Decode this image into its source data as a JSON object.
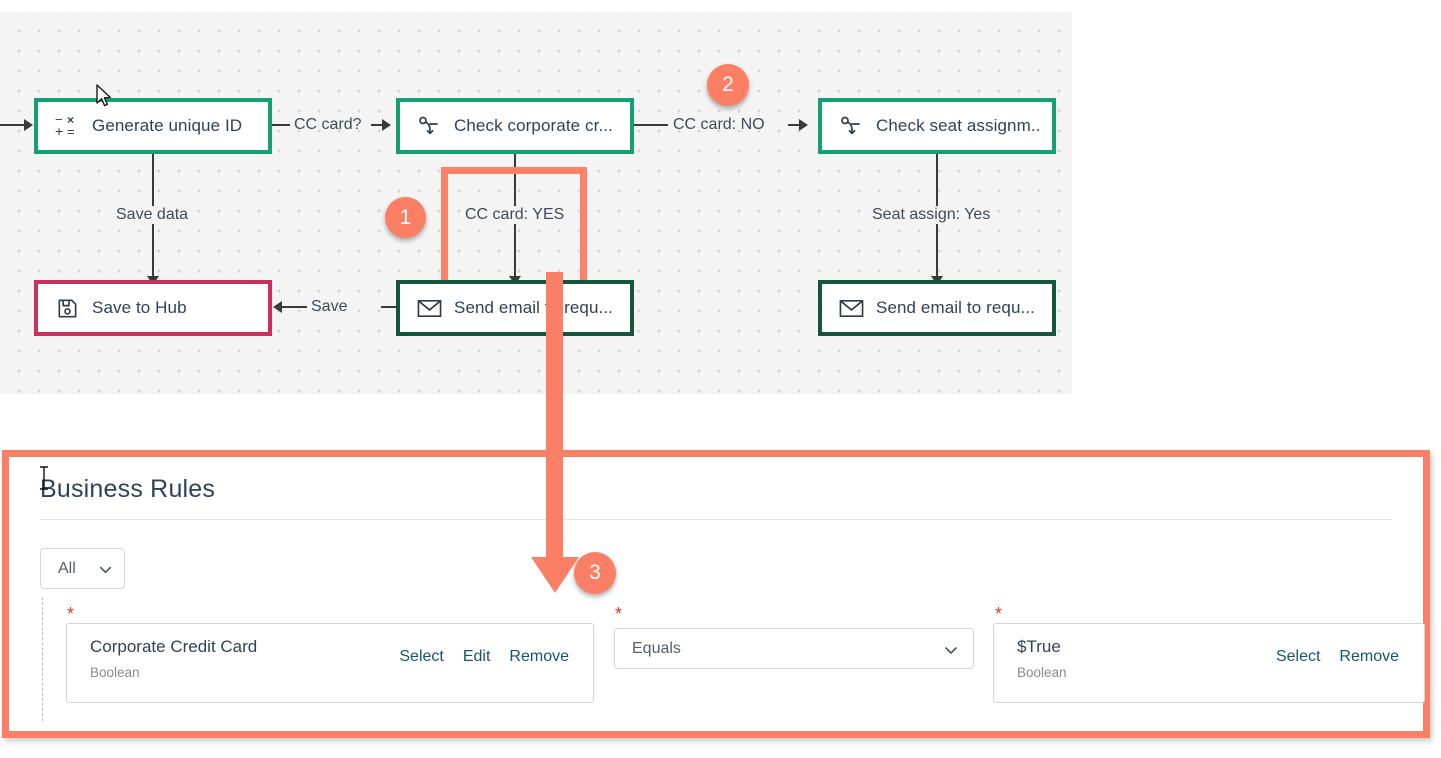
{
  "flow": {
    "nodes": [
      {
        "id": "generate-unique-id",
        "label": "Generate unique ID",
        "icon": "calculator-icon",
        "style": "green"
      },
      {
        "id": "check-corporate-credit",
        "label": "Check corporate cr...",
        "icon": "branch-icon",
        "style": "green"
      },
      {
        "id": "check-seat-assignment",
        "label": "Check seat assignm..",
        "icon": "branch-icon",
        "style": "green"
      },
      {
        "id": "save-to-hub",
        "label": "Save to Hub",
        "icon": "save-disk-icon",
        "style": "crimson"
      },
      {
        "id": "send-email-requester-1",
        "label": "Send email to requ...",
        "icon": "envelope-icon",
        "style": "darkgreen"
      },
      {
        "id": "send-email-requester-2",
        "label": "Send email to requ...",
        "icon": "envelope-icon",
        "style": "darkgreen"
      }
    ],
    "edge_labels": {
      "cc_card_question": "CC card?",
      "cc_card_no": "CC card: NO",
      "cc_card_yes": "CC card: YES",
      "save_data": "Save data",
      "save": "Save",
      "seat_assign_yes": "Seat assign: Yes"
    },
    "badges": [
      "1",
      "2",
      "3"
    ]
  },
  "rules": {
    "title": "Business Rules",
    "scope_select": {
      "value": "All",
      "options": [
        "All"
      ]
    },
    "required_marker": "*",
    "row": {
      "left_field": {
        "value": "Corporate Credit Card",
        "type_label": "Boolean",
        "actions": [
          "Select",
          "Edit",
          "Remove"
        ]
      },
      "operator_field": {
        "value": "Equals",
        "options": [
          "Equals"
        ]
      },
      "right_field": {
        "value": "$True",
        "type_label": "Boolean",
        "actions": [
          "Select",
          "Remove"
        ]
      }
    }
  },
  "colors": {
    "accent_highlight": "#fb7f65",
    "node_green": "#13a16f",
    "node_dark_green": "#14553b",
    "node_crimson": "#c9305c",
    "link_text": "#15556e",
    "required_star": "#e2342a"
  }
}
